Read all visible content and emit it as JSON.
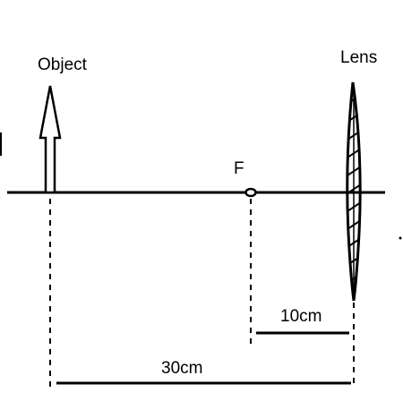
{
  "labels": {
    "object": "Object",
    "lens": "Lens",
    "focal_point": "F",
    "focal_distance": "10cm",
    "object_distance": "30cm"
  },
  "colors": {
    "ink": "#000000",
    "background": "#ffffff"
  }
}
